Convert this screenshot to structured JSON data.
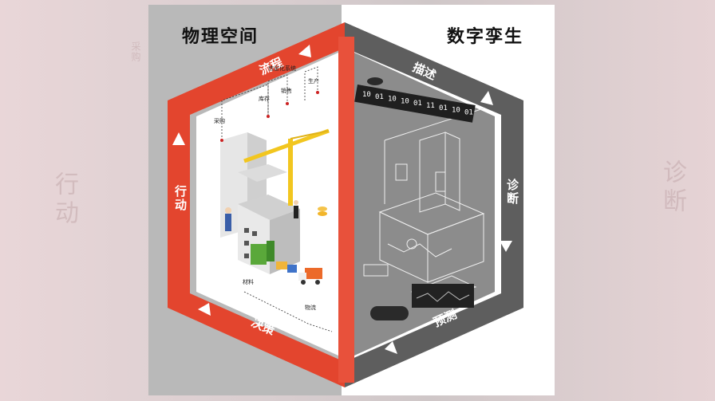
{
  "titles": {
    "physical": "物理空间",
    "digital": "数字孪生"
  },
  "cycle": {
    "process": "流程",
    "action": "行动",
    "decision": "决策",
    "describe": "描述",
    "diagnose": "诊断",
    "predict": "预测"
  },
  "process_tags": {
    "procure": "采购",
    "warehouse": "库存",
    "sales": "销售",
    "production": "生产",
    "info_flow": "信息化系统",
    "material": "材料",
    "logistics": "物流"
  },
  "background_ghost": {
    "left": "行动",
    "right": "诊断",
    "top_left": "采购"
  },
  "digital_bits": [
    "10",
    "01",
    "10",
    "10",
    "01",
    "11",
    "01",
    "10",
    "01"
  ],
  "colors": {
    "red": "#e3452e",
    "red_dark": "#c9301f",
    "gray_band": "#6a6a6a",
    "physical_bg": "#b7b7b7",
    "digital_bg": "#ffffff",
    "inner_digital": "#8a8a8a"
  }
}
